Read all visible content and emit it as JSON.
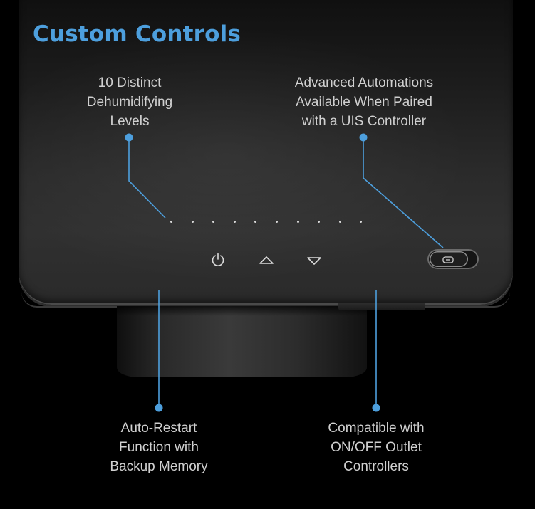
{
  "title": "Custom Controls",
  "accent_color": "#4d9fdd",
  "callouts": {
    "levels": "10 Distinct\nDehumidifying\nLevels",
    "automations": "Advanced Automations\nAvailable When Paired\nwith a UIS Controller",
    "auto_restart": "Auto-Restart\nFunction with\nBackup Memory",
    "compatible": "Compatible with\nON/OFF Outlet\nControllers"
  },
  "controls": {
    "level_indicator_count": 10,
    "icons": [
      "power-icon",
      "arrow-up-icon",
      "arrow-down-icon",
      "uis-port-icon"
    ]
  }
}
